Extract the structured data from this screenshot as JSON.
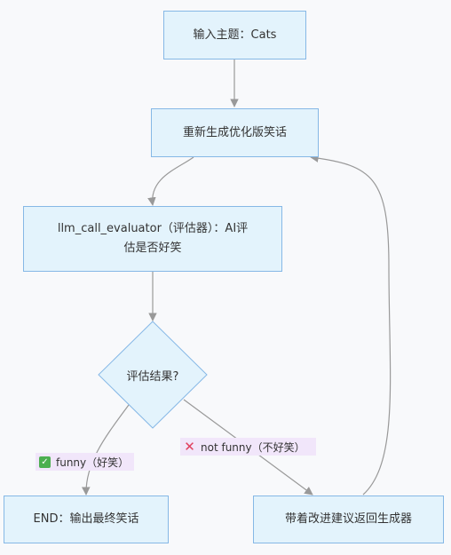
{
  "diagram": {
    "nodes": {
      "input_topic": "输入主题：Cats",
      "regenerate": "重新生成优化版笑话",
      "evaluator_line1": "llm_call_evaluator（评估器）：AI评",
      "evaluator_line2": "估是否好笑",
      "decision": "评估结果?",
      "end": "END：输出最终笑话",
      "feedback": "带着改进建议返回生成器"
    },
    "edge_labels": {
      "funny": "funny（好笑）",
      "funny_icon": "check-mark-icon",
      "not_funny": "not funny（不好笑）",
      "not_funny_icon": "cross-mark-icon"
    },
    "colors": {
      "node_fill": "#e3f3fc",
      "node_border": "#86b8e6",
      "edge": "#999999",
      "edge_label_bg": "#f1e6fa"
    }
  }
}
